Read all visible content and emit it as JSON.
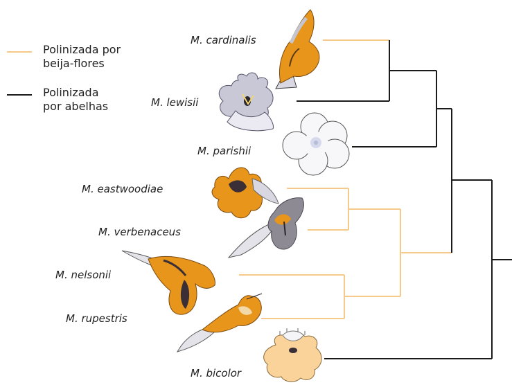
{
  "legend": {
    "items": [
      {
        "line1": "Polinizada por",
        "line2": "beija-flores",
        "color": "#f4c98a"
      },
      {
        "line1": "Polinizada",
        "line2": "por abelhas",
        "color": "#1a1a1a"
      }
    ]
  },
  "species": [
    {
      "name": "M. cardinalis",
      "pollinator": "beija-flores"
    },
    {
      "name": "M. lewisii",
      "pollinator": "abelhas"
    },
    {
      "name": "M. parishii",
      "pollinator": "abelhas"
    },
    {
      "name": "M. eastwoodiae",
      "pollinator": "beija-flores"
    },
    {
      "name": "M. verbenaceus",
      "pollinator": "beija-flores"
    },
    {
      "name": "M. nelsonii",
      "pollinator": "beija-flores"
    },
    {
      "name": "M. rupestris",
      "pollinator": "beija-flores"
    },
    {
      "name": "M. bicolor",
      "pollinator": "abelhas"
    }
  ],
  "colors": {
    "hummingbird_branch": "#f4c98a",
    "bee_branch": "#1a1a1a",
    "orange_flower": "#e8951c",
    "dark_flower": "#3a2f36",
    "lilac_flower": "#c9c8d6",
    "pale_flower": "#f7f7f9",
    "cream_flower": "#f9d39a"
  }
}
